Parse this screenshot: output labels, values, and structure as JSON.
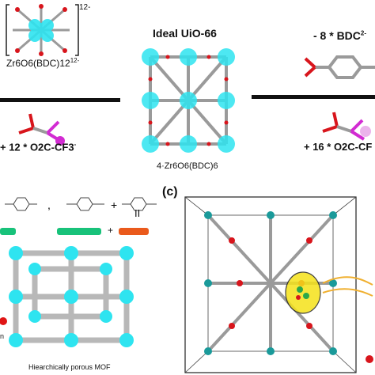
{
  "panel_top": {
    "cluster_formula": "Zr6O6(BDC)12",
    "cluster_charge": "12-",
    "cluster_bracket_charge": "12-",
    "title": "Ideal UiO-66",
    "center_formula": "4·Zr6O6(BDC)6",
    "left_reactant": "+ 12 * O2C-CF3",
    "left_reactant_charge": "-",
    "right_minus": "- 8 * BDC",
    "right_minus_charge": "2-",
    "right_reactant": "+ 16 * O2C-CF"
  },
  "panel_bottom_left": {
    "caption": "Hiearchically porous MOF",
    "separator": "II",
    "plus": "+",
    "side_letter": "n"
  },
  "panel_bottom_right": {
    "panel_label": "(c)"
  },
  "colors": {
    "accent_green": "#18c27a",
    "accent_orange": "#ea5a1c",
    "node_cyan": "#2ee4f0",
    "node_teal": "#1a9a9a",
    "link_grey": "#9a9a9a",
    "oxygen_red": "#d8151c",
    "highlight_yellow": "#f5e21a"
  }
}
